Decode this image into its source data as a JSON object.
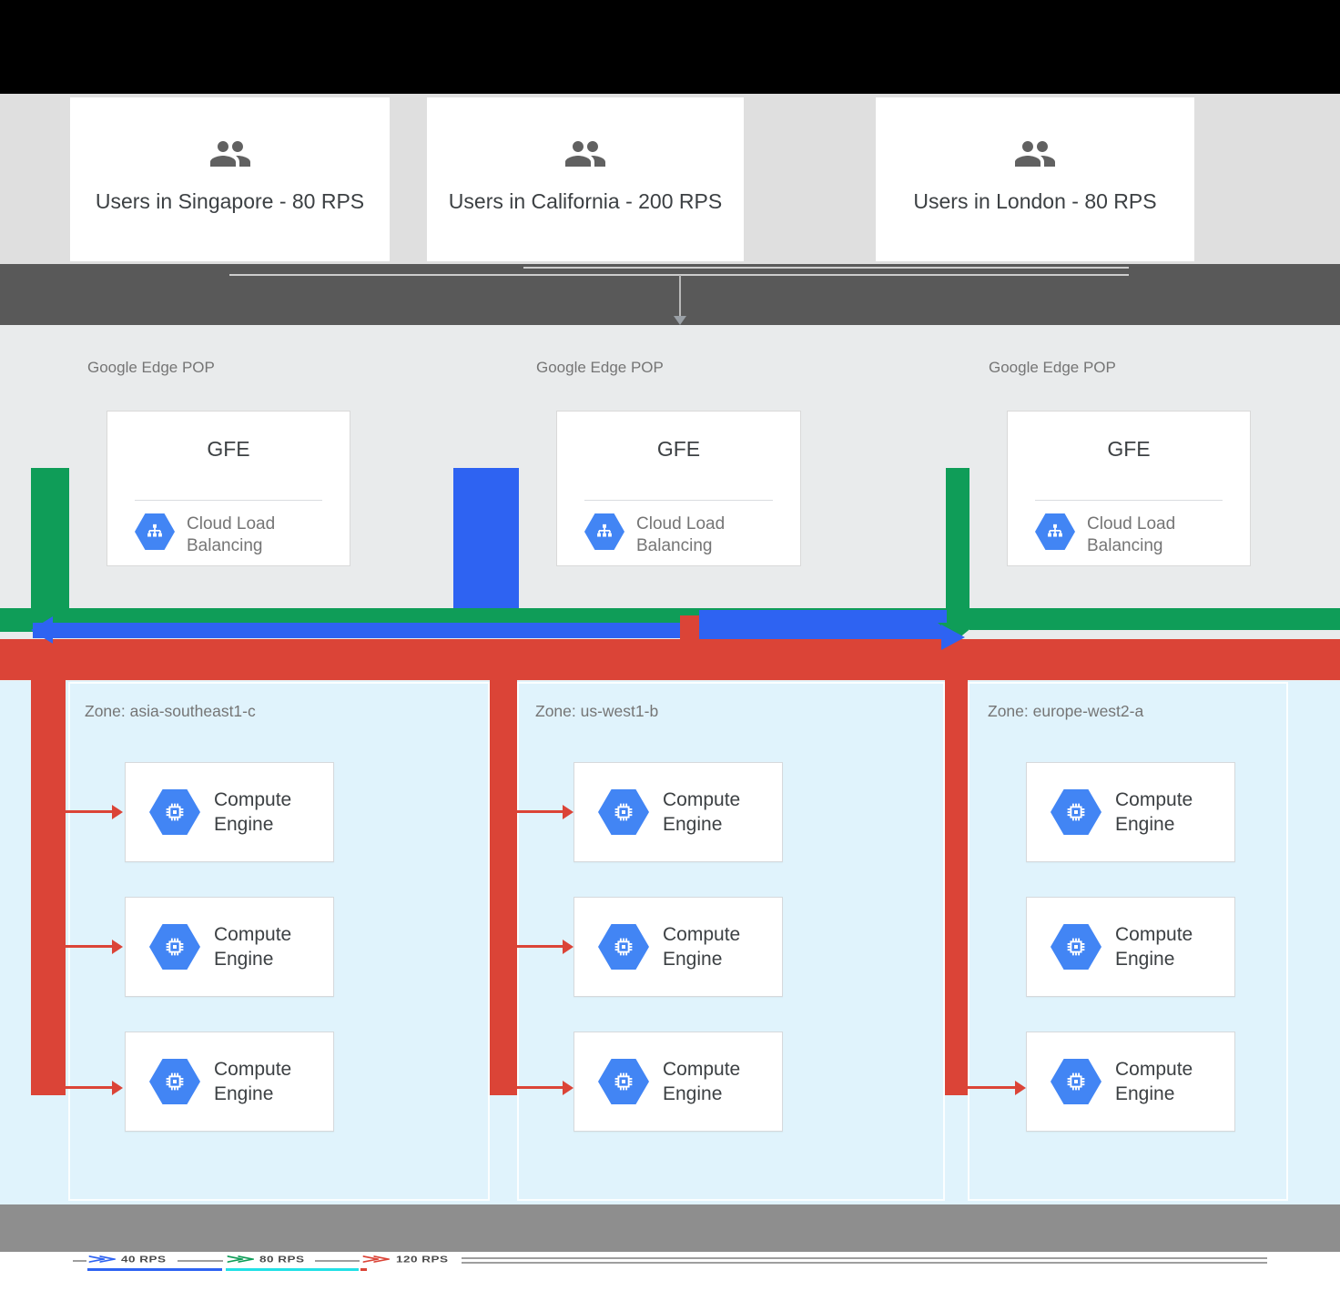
{
  "users": {
    "cards": [
      {
        "label": "Users in Singapore - 80 RPS"
      },
      {
        "label": "Users in California - 200 RPS"
      },
      {
        "label": "Users in London - 80 RPS"
      }
    ]
  },
  "edge_pops": [
    {
      "section_label": "Google Edge POP",
      "card_title": "GFE",
      "service_label": "Cloud Load Balancing"
    },
    {
      "section_label": "Google Edge POP",
      "card_title": "GFE",
      "service_label": "Cloud Load Balancing"
    },
    {
      "section_label": "Google Edge POP",
      "card_title": "GFE",
      "service_label": "Cloud Load Balancing"
    }
  ],
  "zones": [
    {
      "title": "Zone: asia-southeast1-c",
      "instances": [
        {
          "label": "Compute Engine"
        },
        {
          "label": "Compute Engine"
        },
        {
          "label": "Compute Engine"
        }
      ]
    },
    {
      "title": "Zone: us-west1-b",
      "instances": [
        {
          "label": "Compute Engine"
        },
        {
          "label": "Compute Engine"
        },
        {
          "label": "Compute Engine"
        }
      ]
    },
    {
      "title": "Zone: europe-west2-a",
      "instances": [
        {
          "label": "Compute Engine"
        },
        {
          "label": "Compute Engine"
        },
        {
          "label": "Compute Engine"
        }
      ]
    }
  ],
  "legend": {
    "items": [
      {
        "label": "40 RPS",
        "color": "#2e63f2"
      },
      {
        "label": "80 RPS",
        "color": "#0f9d58"
      },
      {
        "label": "120 RPS",
        "color": "#db4437"
      }
    ]
  },
  "colors": {
    "blue_line": "#2e63f2",
    "green_line": "#0f9d58",
    "red_line": "#db4437",
    "icon_blue": "#4285f4",
    "cyan_accent": "#22e0e6"
  }
}
